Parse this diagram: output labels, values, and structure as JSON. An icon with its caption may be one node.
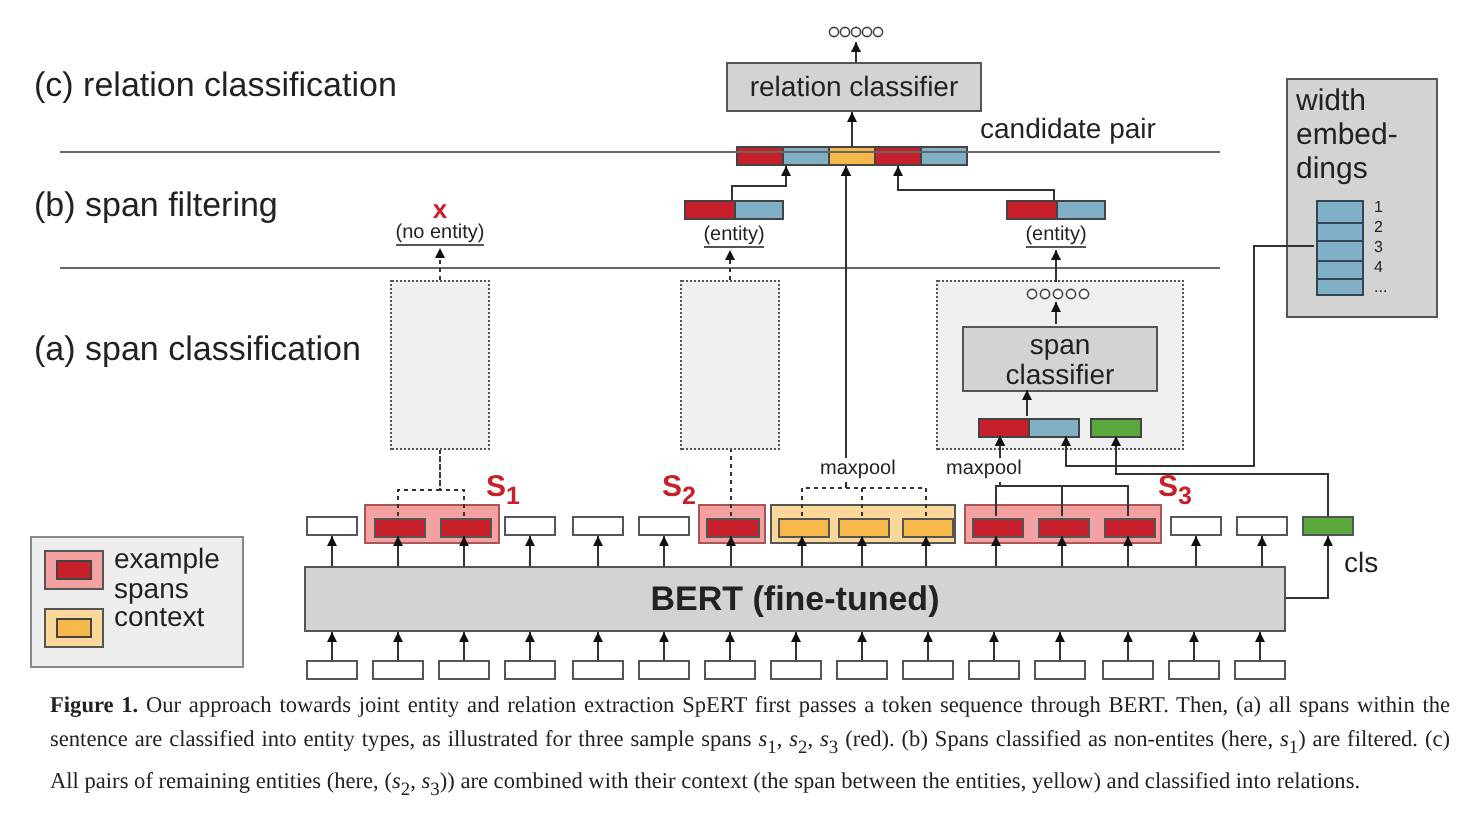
{
  "diagram": {
    "caption": "**Figure 1.** Our approach towards joint entity and relation extraction SpERT first passes a token sequence through BERT. Then, (a) all spans within the sentence are classified into entity types, as illustrated for three sample spans *s*$_{1}$, *s*$_{2}$, *s*$_{3}$ (red). (b) Spans classified as non-entites (here, *s*$_{1}$) are filtered. (c) All pairs of remaining entities (here, (*s*$_{2}$, *s*$_{3}$)) are combined with their context (the span between the entities, yellow) and classified into relations.",
    "nodes": [
      {
        "text": [
          "relation classifier"
        ]
      },
      {
        "text": [],
        "shape": "circle"
      },
      {
        "text": [],
        "shape": "bar",
        "beside": [
          "candidate pair"
        ]
      },
      {
        "text": [],
        "shape": "bar",
        "beside": [
          "(entity)"
        ]
      },
      {
        "text": [],
        "shape": "bar",
        "beside": [
          "(entity)"
        ]
      },
      {
        "text": [
          "x",
          "(no entity)"
        ]
      },
      {
        "text": [],
        "shape": "box"
      },
      {
        "text": [],
        "shape": "box"
      },
      {
        "text": [],
        "shape": "box"
      },
      {
        "text": [],
        "shape": "circle",
        "in": 8
      },
      {
        "text": [
          "span classifier"
        ],
        "in": 8
      },
      {
        "text": [],
        "shape": "bar",
        "in": 8
      },
      {
        "text": [],
        "shape": "bar",
        "in": 8
      },
      {
        "text": [
          "width embed- dings"
        ]
      },
      {
        "text": [],
        "shape": "table",
        "in": 13,
        "beside": [
          "1",
          "2",
          "3",
          "4",
          "..."
        ]
      },
      {
        "text": [
          "S$_{1}$"
        ]
      },
      {
        "text": [],
        "shape": "box",
        "in": 15
      },
      {
        "text": [],
        "shape": "box",
        "in": 15
      },
      {
        "text": [
          "S$_{2}$"
        ]
      },
      {
        "text": [],
        "shape": "box",
        "in": 18
      },
      {
        "text": [],
        "shape": "box"
      },
      {
        "text": [],
        "shape": "box",
        "in": 20
      },
      {
        "text": [],
        "shape": "box",
        "in": 20
      },
      {
        "text": [],
        "shape": "box",
        "in": 20
      },
      {
        "text": [
          "S$_{3}$"
        ]
      },
      {
        "text": [],
        "shape": "box",
        "in": 24
      },
      {
        "text": [],
        "shape": "box",
        "in": 24
      },
      {
        "text": [],
        "shape": "box",
        "in": 24
      },
      {
        "text": [
          "BERT (fine-tuned)"
        ]
      },
      {
        "text": [],
        "shape": "box",
        "beside": [
          "cls"
        ]
      },
      {
        "text": [],
        "shape": "box"
      },
      {
        "text": [],
        "shape": "box"
      },
      {
        "text": [],
        "shape": "box"
      },
      {
        "text": [],
        "shape": "box"
      },
      {
        "text": [],
        "shape": "box"
      },
      {
        "text": [],
        "shape": "box"
      },
      {
        "text": [],
        "shape": "box"
      },
      {
        "text": [],
        "shape": "box"
      },
      {
        "text": [],
        "shape": "box"
      },
      {
        "text": [],
        "shape": "box"
      },
      {
        "text": [],
        "shape": "box"
      },
      {
        "text": [],
        "shape": "box"
      },
      {
        "text": [],
        "shape": "box"
      },
      {
        "text": [],
        "shape": "box"
      },
      {
        "text": [],
        "shape": "box"
      },
      {
        "text": [],
        "shape": "box"
      },
      {
        "text": [],
        "shape": "box"
      },
      {
        "text": [],
        "shape": "box"
      },
      {
        "text": [],
        "shape": "box"
      },
      {
        "text": [],
        "shape": "box"
      },
      {
        "text": [],
        "shape": "box"
      }
    ],
    "edges": [
      {
        "from": 0,
        "to": 1,
        "arrow": "to"
      },
      {
        "from": 2,
        "to": 0,
        "arrow": "to"
      },
      {
        "from": 3,
        "to": 2,
        "arrow": "to"
      },
      {
        "from": 4,
        "to": 2,
        "arrow": "to"
      },
      {
        "from": 21,
        "to": 2,
        "arrow": "to",
        "style": "dashed"
      },
      {
        "from": 22,
        "to": 2,
        "arrow": "to",
        "style": "dashed"
      },
      {
        "from": 23,
        "to": 2,
        "arrow": "to",
        "style": "dashed"
      },
      {
        "from": 6,
        "to": 5,
        "arrow": "to",
        "style": "dashed"
      },
      {
        "from": 7,
        "to": 3,
        "arrow": "to",
        "style": "dashed"
      },
      {
        "from": 9,
        "to": 4,
        "arrow": "to"
      },
      {
        "from": 10,
        "to": 9,
        "arrow": "to"
      },
      {
        "from": 11,
        "to": 10,
        "arrow": "to"
      },
      {
        "from": 25,
        "to": 11,
        "arrow": "to"
      },
      {
        "from": 26,
        "to": 11,
        "arrow": "to"
      },
      {
        "from": 27,
        "to": 11,
        "arrow": "to"
      },
      {
        "from": 14,
        "to": 11,
        "arrow": "to"
      },
      {
        "from": 29,
        "to": 12,
        "arrow": "to"
      },
      {
        "from": 16,
        "to": 6,
        "arrow": "none",
        "style": "dashed"
      },
      {
        "from": 17,
        "to": 6,
        "arrow": "none",
        "style": "dashed"
      },
      {
        "from": 19,
        "to": 7,
        "arrow": "none",
        "style": "dashed"
      },
      {
        "from": 28,
        "to": 30,
        "arrow": "to"
      },
      {
        "from": 28,
        "to": 16,
        "arrow": "to"
      },
      {
        "from": 28,
        "to": 17,
        "arrow": "to"
      },
      {
        "from": 28,
        "to": 31,
        "arrow": "to"
      },
      {
        "from": 28,
        "to": 32,
        "arrow": "to"
      },
      {
        "from": 28,
        "to": 33,
        "arrow": "to"
      },
      {
        "from": 28,
        "to": 19,
        "arrow": "to"
      },
      {
        "from": 28,
        "to": 21,
        "arrow": "to"
      },
      {
        "from": 28,
        "to": 22,
        "arrow": "to"
      },
      {
        "from": 28,
        "to": 23,
        "arrow": "to"
      },
      {
        "from": 28,
        "to": 25,
        "arrow": "to"
      },
      {
        "from": 28,
        "to": 26,
        "arrow": "to"
      },
      {
        "from": 28,
        "to": 27,
        "arrow": "to"
      },
      {
        "from": 28,
        "to": 34,
        "arrow": "to"
      },
      {
        "from": 28,
        "to": 35,
        "arrow": "to"
      },
      {
        "from": 28,
        "to": 29,
        "arrow": "to"
      },
      {
        "from": 36,
        "to": 28,
        "arrow": "to"
      },
      {
        "from": 37,
        "to": 28,
        "arrow": "to"
      },
      {
        "from": 38,
        "to": 28,
        "arrow": "to"
      },
      {
        "from": 39,
        "to": 28,
        "arrow": "to"
      },
      {
        "from": 40,
        "to": 28,
        "arrow": "to"
      },
      {
        "from": 41,
        "to": 28,
        "arrow": "to"
      },
      {
        "from": 42,
        "to": 28,
        "arrow": "to"
      },
      {
        "from": 43,
        "to": 28,
        "arrow": "to"
      },
      {
        "from": 44,
        "to": 28,
        "arrow": "to"
      },
      {
        "from": 45,
        "to": 28,
        "arrow": "to"
      },
      {
        "from": 46,
        "to": 28,
        "arrow": "to"
      },
      {
        "from": 47,
        "to": 28,
        "arrow": "to"
      },
      {
        "from": 48,
        "to": 28,
        "arrow": "to"
      },
      {
        "from": 49,
        "to": 28,
        "arrow": "to"
      },
      {
        "from": 50,
        "to": 28,
        "arrow": "to"
      }
    ],
    "labels": [
      "(c) relation classification",
      "(b) span filtering",
      "(a) span classification",
      "maxpool",
      "maxpool"
    ],
    "legend": [
      {
        "text": "example spans"
      },
      {
        "text": "context"
      }
    ]
  }
}
